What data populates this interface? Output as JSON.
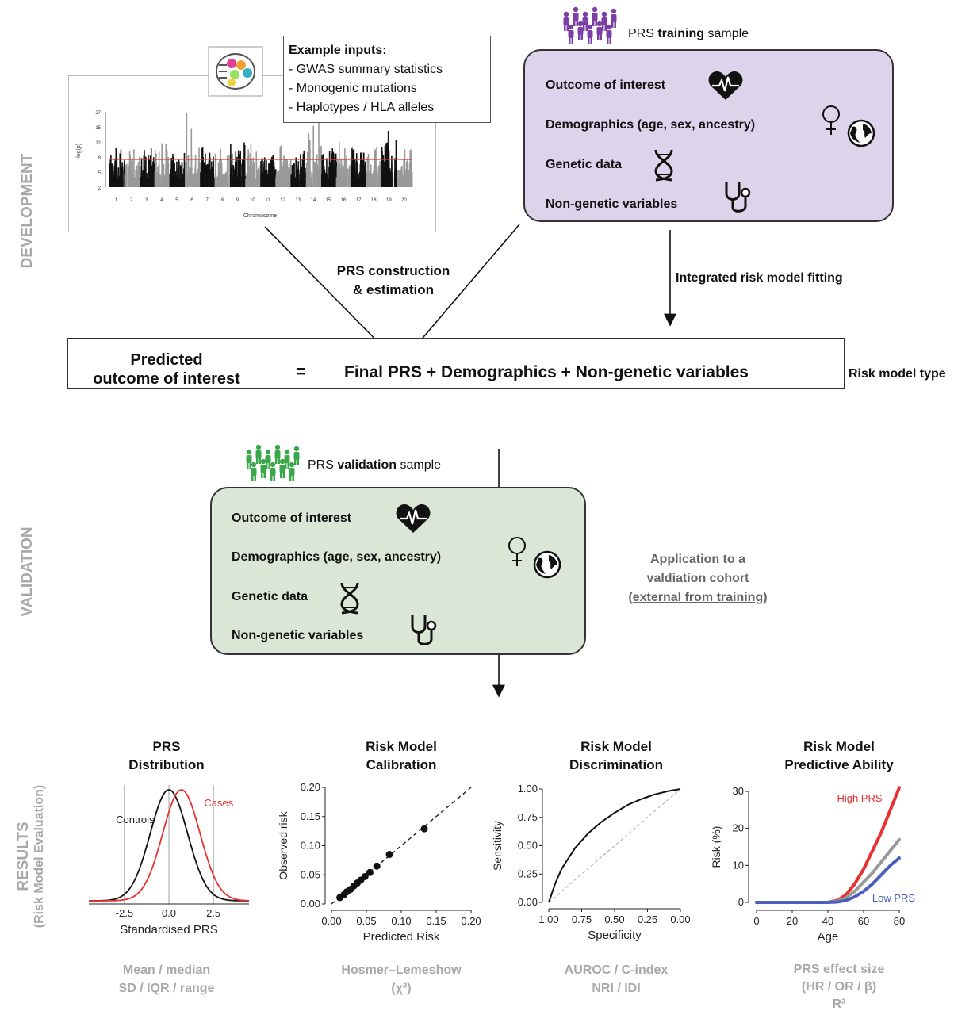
{
  "sections": {
    "development": "DEVELOPMENT",
    "validation": "VALIDATION",
    "results": "RESULTS",
    "results_sub": "(Risk Model Evaluation)"
  },
  "example_inputs": {
    "title": "Example inputs:",
    "items": [
      "- GWAS summary statistics",
      "- Monogenic mutations",
      "- Haplotypes / HLA alleles"
    ]
  },
  "manhattan": {
    "ylabel": "-log(p)",
    "yticks": [
      "27",
      "15",
      "12",
      "8",
      "5",
      "2"
    ],
    "xticks": [
      "1",
      "2",
      "3",
      "4",
      "5",
      "6",
      "7",
      "8",
      "9",
      "10",
      "11",
      "12",
      "13",
      "14",
      "15",
      "16",
      "17",
      "18",
      "19",
      "20"
    ],
    "xlabel": "Chromosome"
  },
  "training": {
    "label_pre": "PRS ",
    "label_bold": "training",
    "label_post": " sample",
    "rows": [
      "Outcome of interest",
      "Demographics (age, sex, ancestry)",
      "Genetic data",
      "Non-genetic variables"
    ]
  },
  "validation_sample": {
    "label_pre": "PRS ",
    "label_bold": "validation",
    "label_post": " sample",
    "rows": [
      "Outcome of interest",
      "Demographics (age, sex, ancestry)",
      "Genetic data",
      "Non-genetic variables"
    ]
  },
  "arrows": {
    "construction": "PRS construction\n& estimation",
    "fitting": "Integrated risk model fitting"
  },
  "equation": {
    "left": "Predicted\noutcome of interest",
    "sign": "=",
    "right": "Final PRS + Demographics + Non-genetic variables",
    "type_label": "Risk model type"
  },
  "application": {
    "line1": "Application to a",
    "line2": "valdiation cohort",
    "line3_open": "(",
    "line3_ul": "external from training",
    "line3_close": ")"
  },
  "colors": {
    "purple": "#7b3fa8",
    "green": "#3aa84a",
    "red": "#e83030",
    "blue": "#4a5fc0",
    "gray": "#999999"
  },
  "charts": {
    "distribution": {
      "title": "PRS\nDistribution",
      "xlabel": "Standardised PRS",
      "xticks": [
        "-2.5",
        "0.0",
        "2.5"
      ],
      "labels": {
        "controls": "Controls",
        "cases": "Cases"
      },
      "metric": "Mean / median\nSD / IQR / range"
    },
    "calibration": {
      "title": "Risk Model\nCalibration",
      "xlabel": "Predicted Risk",
      "ylabel": "Observed risk",
      "xticks": [
        "0.00",
        "0.05",
        "0.10",
        "0.15",
        "0.20"
      ],
      "yticks": [
        "0.20",
        "0.15",
        "0.10",
        "0.05",
        "0.00"
      ],
      "metric": "Hosmer–Lemeshow\n(χ²)"
    },
    "discrimination": {
      "title": "Risk Model\nDiscrimination",
      "xlabel": "Specificity",
      "ylabel": "Sensitivity",
      "xticks": [
        "1.00",
        "0.75",
        "0.50",
        "0.25",
        "0.00"
      ],
      "yticks": [
        "1.00",
        "0.75",
        "0.50",
        "0.25",
        "0.00"
      ],
      "metric": "AUROC / C-index\nNRI / IDI"
    },
    "predictive": {
      "title": "Risk Model\nPredictive Ability",
      "xlabel": "Age",
      "ylabel": "Risk (%)",
      "xticks": [
        "0",
        "20",
        "40",
        "60",
        "80"
      ],
      "yticks": [
        "30",
        "20",
        "10",
        "0"
      ],
      "labels": {
        "high": "High PRS",
        "low": "Low PRS"
      },
      "metric": "PRS effect size\n(HR / OR / β)\nR²"
    }
  },
  "chart_data": [
    {
      "type": "line",
      "title": "PRS Distribution",
      "xlabel": "Standardised PRS",
      "xlim": [
        -4.5,
        4.5
      ],
      "series": [
        {
          "name": "Controls",
          "x": [
            -4.5,
            -3,
            -2,
            -1,
            -0.5,
            0,
            0.5,
            1,
            2,
            3,
            4.5
          ],
          "y": [
            0.0,
            0.03,
            0.14,
            0.6,
            0.88,
            1.0,
            0.88,
            0.6,
            0.14,
            0.03,
            0.0
          ]
        },
        {
          "name": "Cases",
          "x": [
            -4.5,
            -2.5,
            -1.5,
            -0.5,
            0.2,
            0.7,
            1.2,
            2,
            2.8,
            3.5,
            4.5
          ],
          "y": [
            0.0,
            0.02,
            0.12,
            0.5,
            0.86,
            1.0,
            0.9,
            0.58,
            0.2,
            0.05,
            0.0
          ]
        }
      ]
    },
    {
      "type": "scatter",
      "title": "Risk Model Calibration",
      "xlabel": "Predicted Risk",
      "ylabel": "Observed risk",
      "xlim": [
        0,
        0.2
      ],
      "ylim": [
        0,
        0.2
      ],
      "x": [
        0.012,
        0.018,
        0.022,
        0.027,
        0.032,
        0.037,
        0.042,
        0.048,
        0.055,
        0.065,
        0.083,
        0.133
      ],
      "y": [
        0.011,
        0.016,
        0.021,
        0.025,
        0.031,
        0.036,
        0.041,
        0.047,
        0.054,
        0.065,
        0.085,
        0.129
      ]
    },
    {
      "type": "line",
      "title": "Risk Model Discrimination",
      "xlabel": "Specificity",
      "ylabel": "Sensitivity",
      "xlim": [
        1.0,
        0.0
      ],
      "ylim": [
        0,
        1
      ],
      "series": [
        {
          "name": "",
          "x": [
            1.0,
            0.95,
            0.9,
            0.8,
            0.7,
            0.6,
            0.5,
            0.4,
            0.3,
            0.2,
            0.1,
            0.0
          ],
          "y": [
            0.0,
            0.17,
            0.3,
            0.48,
            0.61,
            0.71,
            0.79,
            0.86,
            0.91,
            0.95,
            0.98,
            1.0
          ]
        }
      ]
    },
    {
      "type": "line",
      "title": "Risk Model Predictive Ability",
      "xlabel": "Age",
      "ylabel": "Risk (%)",
      "xlim": [
        0,
        80
      ],
      "ylim": [
        0,
        30
      ],
      "series": [
        {
          "name": "High PRS",
          "x": [
            0,
            40,
            45,
            50,
            55,
            60,
            65,
            70,
            75,
            80
          ],
          "y": [
            0,
            0,
            0.5,
            2,
            5,
            9,
            14,
            19,
            25,
            31
          ]
        },
        {
          "name": "",
          "x": [
            0,
            40,
            45,
            50,
            55,
            60,
            65,
            70,
            75,
            80
          ],
          "y": [
            0,
            0,
            0.3,
            1.2,
            3,
            5.5,
            8,
            11,
            14,
            17
          ]
        },
        {
          "name": "Low PRS",
          "x": [
            0,
            40,
            45,
            50,
            55,
            60,
            65,
            70,
            75,
            80
          ],
          "y": [
            0,
            0,
            0.1,
            0.5,
            1.5,
            3,
            5,
            7.5,
            10,
            12
          ]
        }
      ]
    }
  ]
}
